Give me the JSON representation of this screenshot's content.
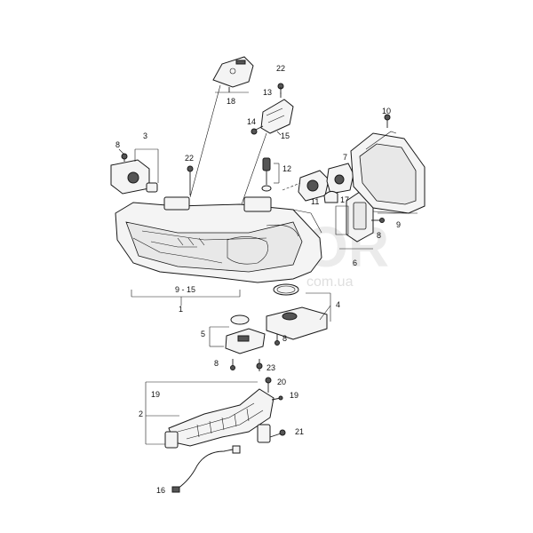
{
  "watermark": {
    "brand": "FARFOR",
    "domain": "com.ua"
  },
  "callouts": {
    "c1": "1",
    "c2": "2",
    "c3": "3",
    "c4": "4",
    "c5": "5",
    "c6": "6",
    "c7": "7",
    "c8a": "8",
    "c8b": "8",
    "c8c": "8",
    "c8d": "8",
    "c9": "9",
    "c9_15": "9 - 15",
    "c10": "10",
    "c11": "11",
    "c12": "12",
    "c13": "13",
    "c14": "14",
    "c15": "15",
    "c16": "16",
    "c17": "17",
    "c18": "18",
    "c19a": "19",
    "c19b": "19",
    "c20": "20",
    "c21": "21",
    "c22a": "22",
    "c22b": "22",
    "c23": "23"
  }
}
